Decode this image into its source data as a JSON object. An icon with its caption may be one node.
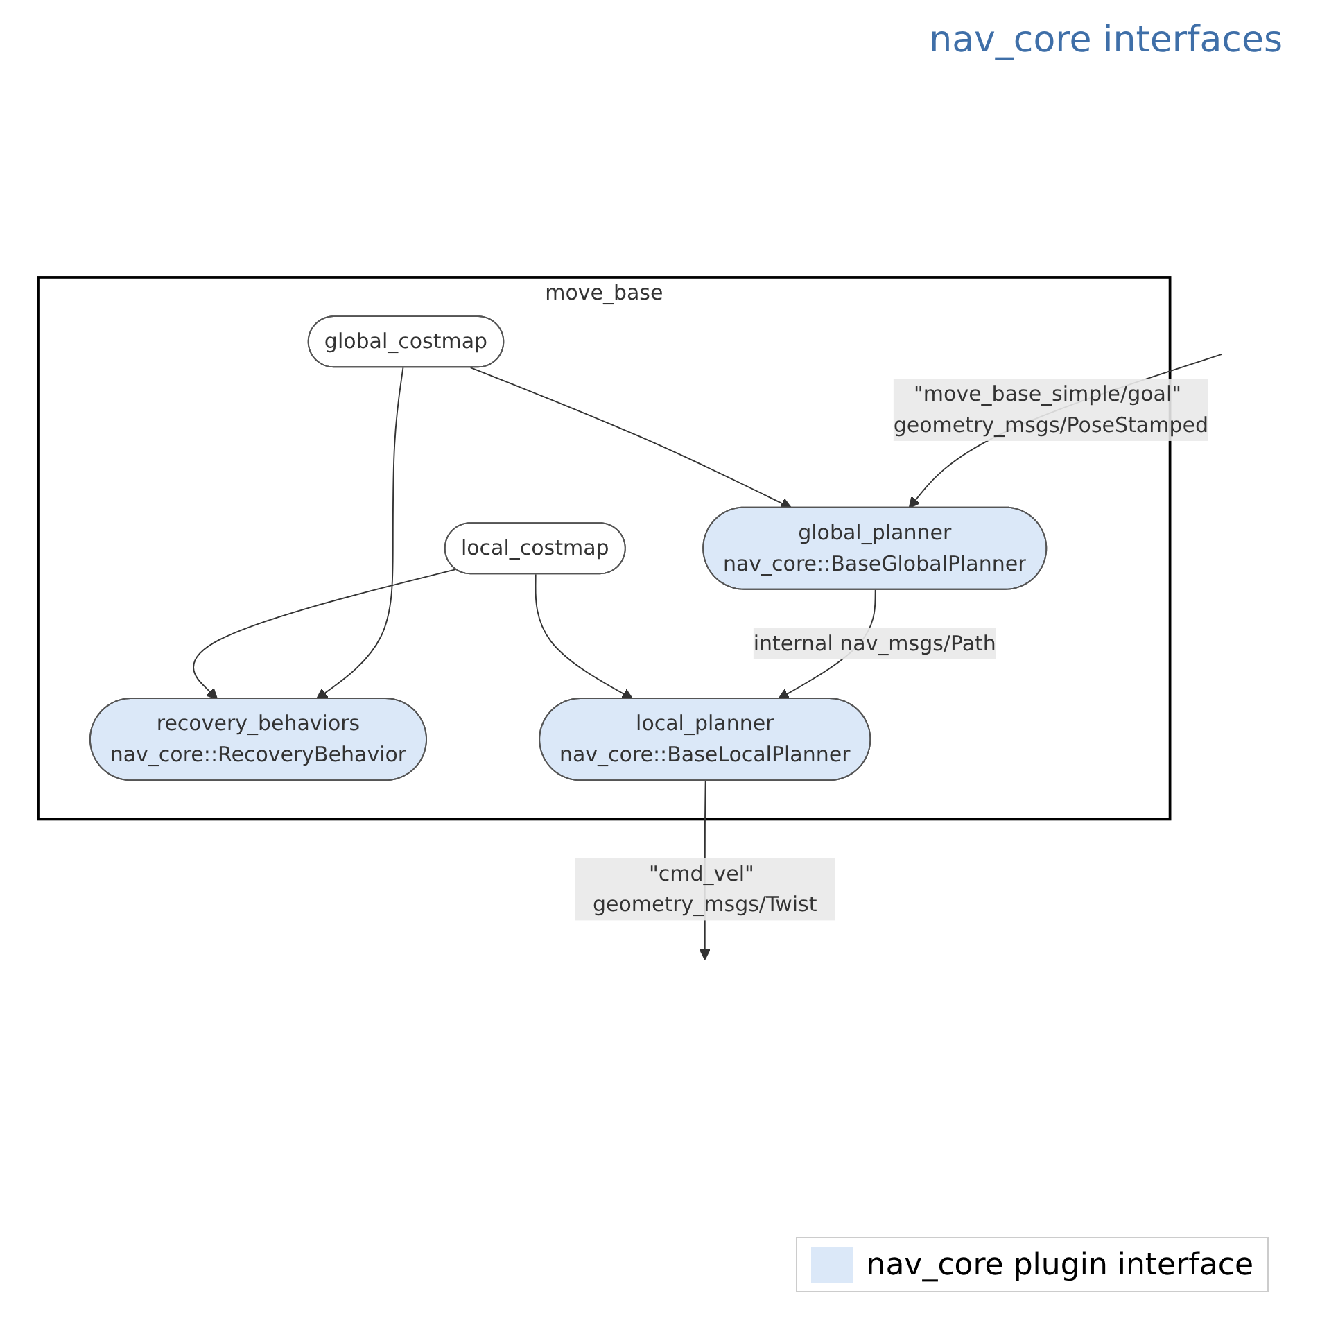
{
  "diagram": {
    "title": "nav_core interfaces",
    "nodes": [
      {
        "text": [
          "move_base"
        ]
      },
      {
        "text": [
          "global_planner",
          "nav_core::BaseGlobalPlanner"
        ],
        "in": 0
      },
      {
        "text": [
          "global_costmap"
        ],
        "in": 0
      },
      {
        "text": [
          "recovery_behaviors",
          "nav_core::RecoveryBehavior"
        ],
        "in": 0
      },
      {
        "text": [
          "local_planner",
          "nav_core::BaseLocalPlanner"
        ],
        "in": 0
      },
      {
        "text": [
          "local_costmap"
        ],
        "in": 0
      }
    ],
    "edges": [
      {
        "from": null,
        "to": 1,
        "arrow": "to",
        "label": "\"move_base_simple/goal\" geometry_msgs/PoseStamped"
      },
      {
        "from": 2,
        "to": 1,
        "arrow": "to"
      },
      {
        "from": 2,
        "to": 3,
        "arrow": "to"
      },
      {
        "from": 1,
        "to": 4,
        "arrow": "to",
        "label": "internal nav_msgs/Path"
      },
      {
        "from": 5,
        "to": 3,
        "arrow": "to"
      },
      {
        "from": 5,
        "to": 4,
        "arrow": "to"
      },
      {
        "from": 4,
        "to": null,
        "arrow": "to",
        "label": "\"cmd_vel\" geometry_msgs/Twist"
      }
    ],
    "legend": [
      {
        "text": "nav_core plugin interface",
        "color": "#dbe8f8"
      }
    ]
  }
}
